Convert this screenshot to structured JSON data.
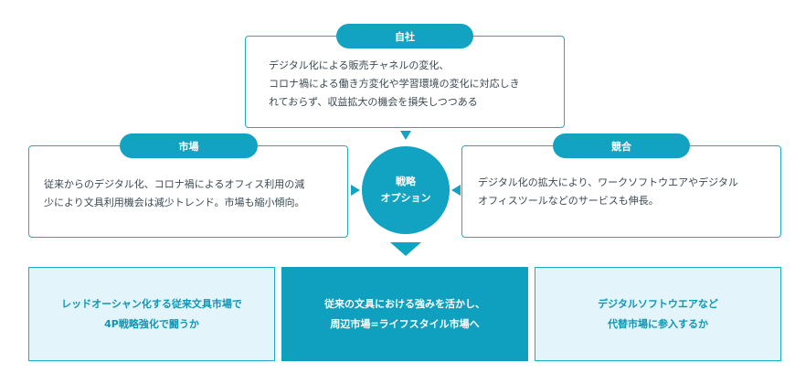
{
  "top": {
    "label": "自社",
    "text": "デジタル化による販売チャネルの変化、\nコロナ禍による働き方変化や学習環境の変化に対応しき\nれておらず、収益拡大の機会を損失しつつある"
  },
  "left": {
    "label": "市場",
    "text": "従来からのデジタル化、コロナ禍によるオフィス利用の減\n少により文具利用機会は減少トレンド。市場も縮小傾向。"
  },
  "right": {
    "label": "競合",
    "text": "デジタル化の拡大により、ワークソフトウエアやデジタル\nオフィスツールなどのサービスも伸長。"
  },
  "center": {
    "line1": "戦略",
    "line2": "オプション"
  },
  "options": [
    {
      "text": "レッドオーシャン化する従来文具市場で\n4P戦略強化で闘うか"
    },
    {
      "text": "従来の文具における強みを活かし、\n周辺市場=ライフスタイル市場へ"
    },
    {
      "text": "デジタルソフトウエアなど\n代替市場に参入するか"
    }
  ],
  "colors": {
    "accent": "#12a3c3",
    "light_fill": "#e3f5fa",
    "border": "#20a9c8"
  }
}
